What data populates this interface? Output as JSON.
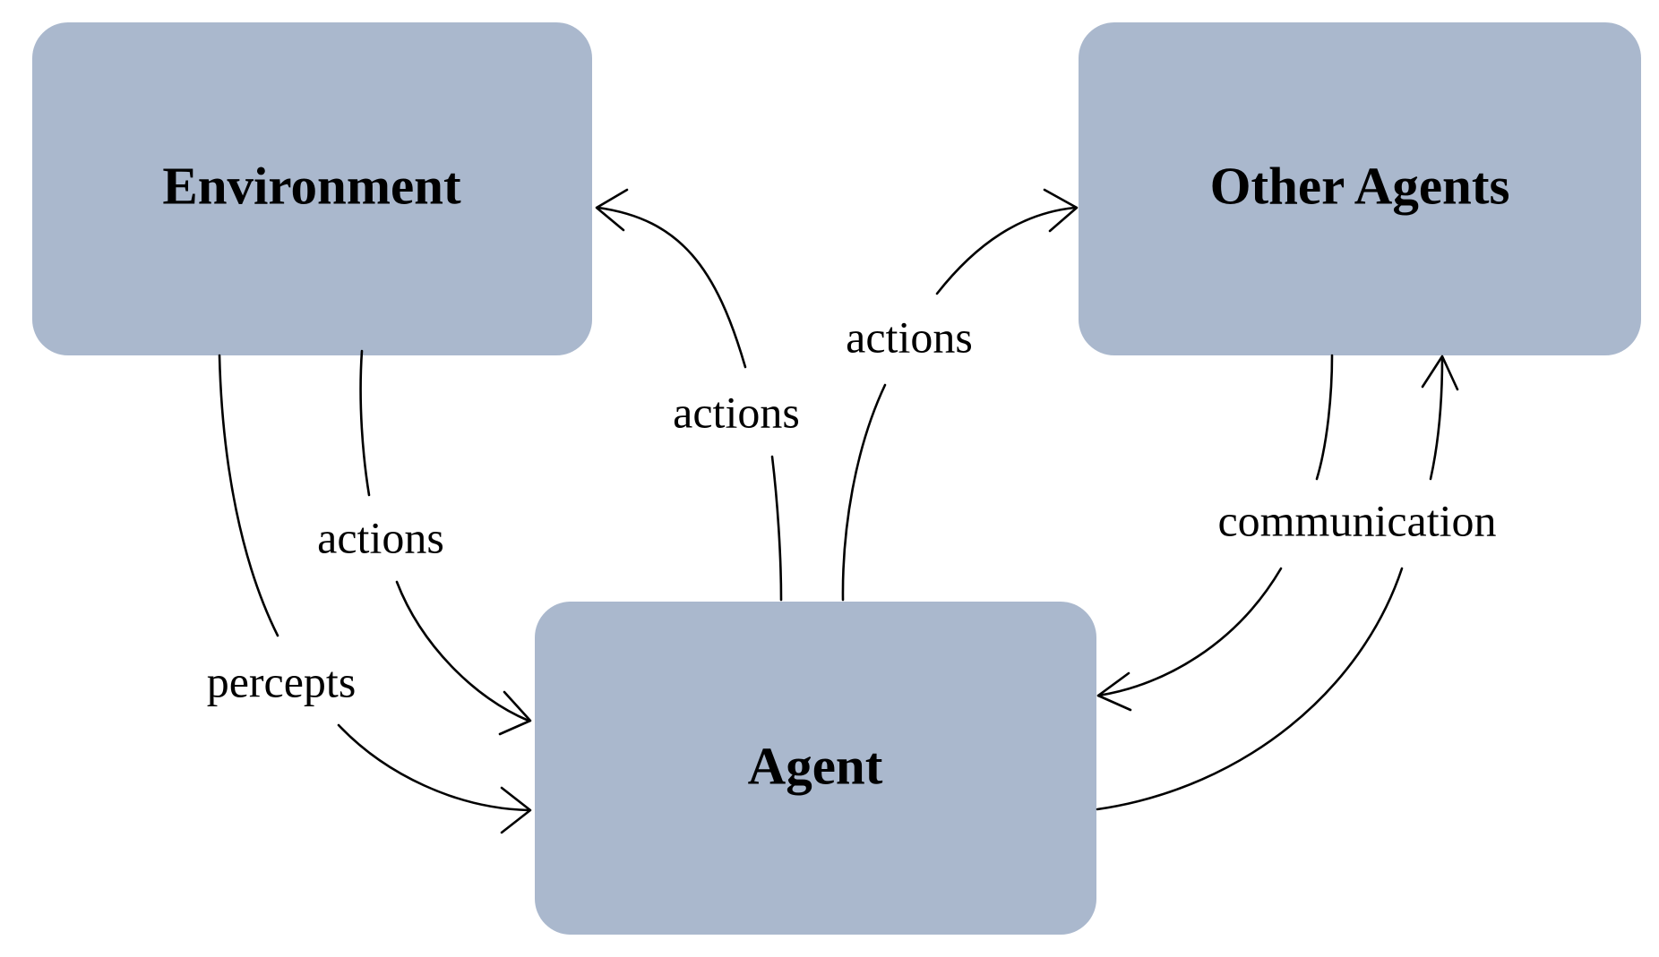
{
  "colors": {
    "node_fill": "#aab8cd",
    "line": "#000000",
    "background": "#ffffff"
  },
  "nodes": {
    "environment": {
      "label": "Environment"
    },
    "other_agents": {
      "label": "Other Agents"
    },
    "agent": {
      "label": "Agent"
    }
  },
  "edges": {
    "env_to_agent_percepts": {
      "label": "percepts"
    },
    "env_to_agent_actions": {
      "label": "actions"
    },
    "agent_to_env_actions": {
      "label": "actions"
    },
    "agent_to_other_actions": {
      "label": "actions"
    },
    "other_agents_agent_communication": {
      "label": "communication"
    }
  }
}
